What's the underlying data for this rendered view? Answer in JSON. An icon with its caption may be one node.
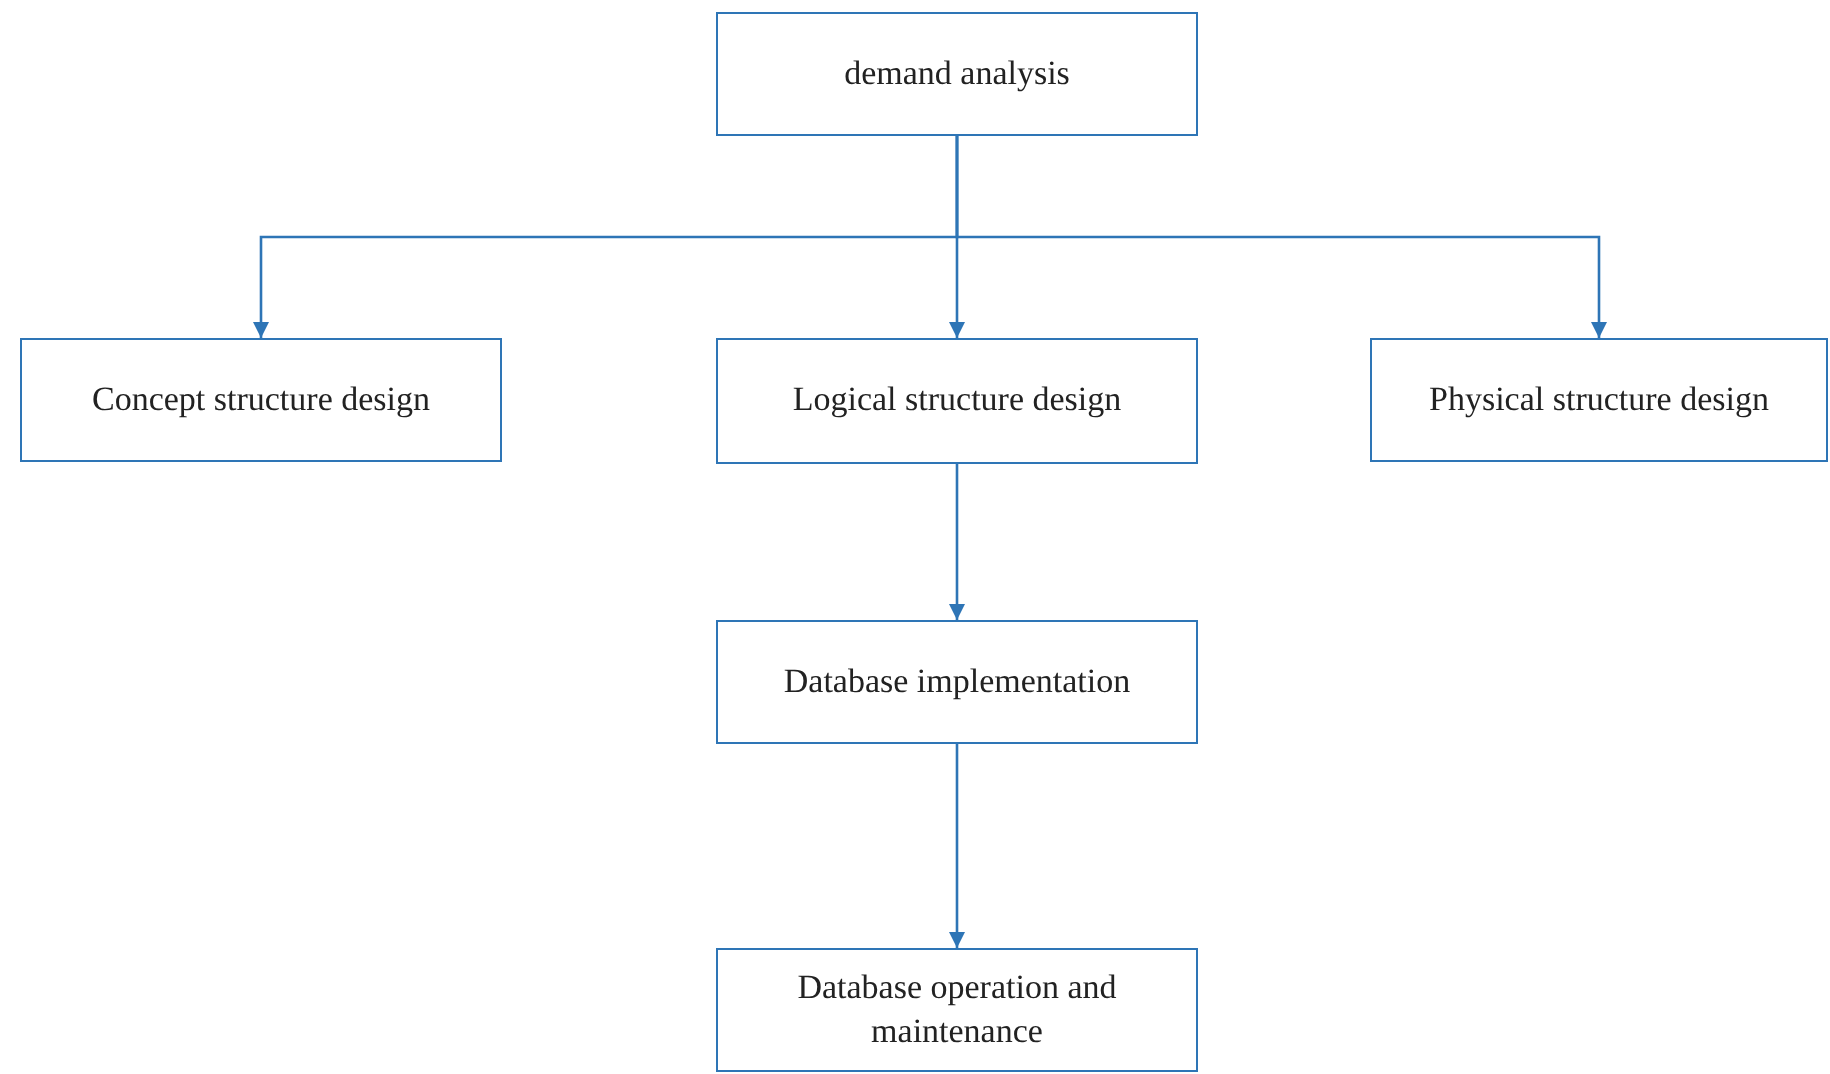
{
  "diagram": {
    "nodes": [
      {
        "text": [
          "demand analysis"
        ]
      },
      {
        "text": [
          "Concept structure design"
        ]
      },
      {
        "text": [
          "Logical structure design"
        ]
      },
      {
        "text": [
          "Physical structure design"
        ]
      },
      {
        "text": [
          "Database implementation"
        ]
      },
      {
        "text": [
          "Database operation and maintenance"
        ]
      }
    ],
    "edges": [
      {
        "from": 0,
        "to": 1,
        "arrow": "to"
      },
      {
        "from": 0,
        "to": 2,
        "arrow": "to"
      },
      {
        "from": 0,
        "to": 3,
        "arrow": "to"
      },
      {
        "from": 2,
        "to": 4,
        "arrow": "to"
      },
      {
        "from": 4,
        "to": 5,
        "arrow": "to"
      }
    ]
  }
}
